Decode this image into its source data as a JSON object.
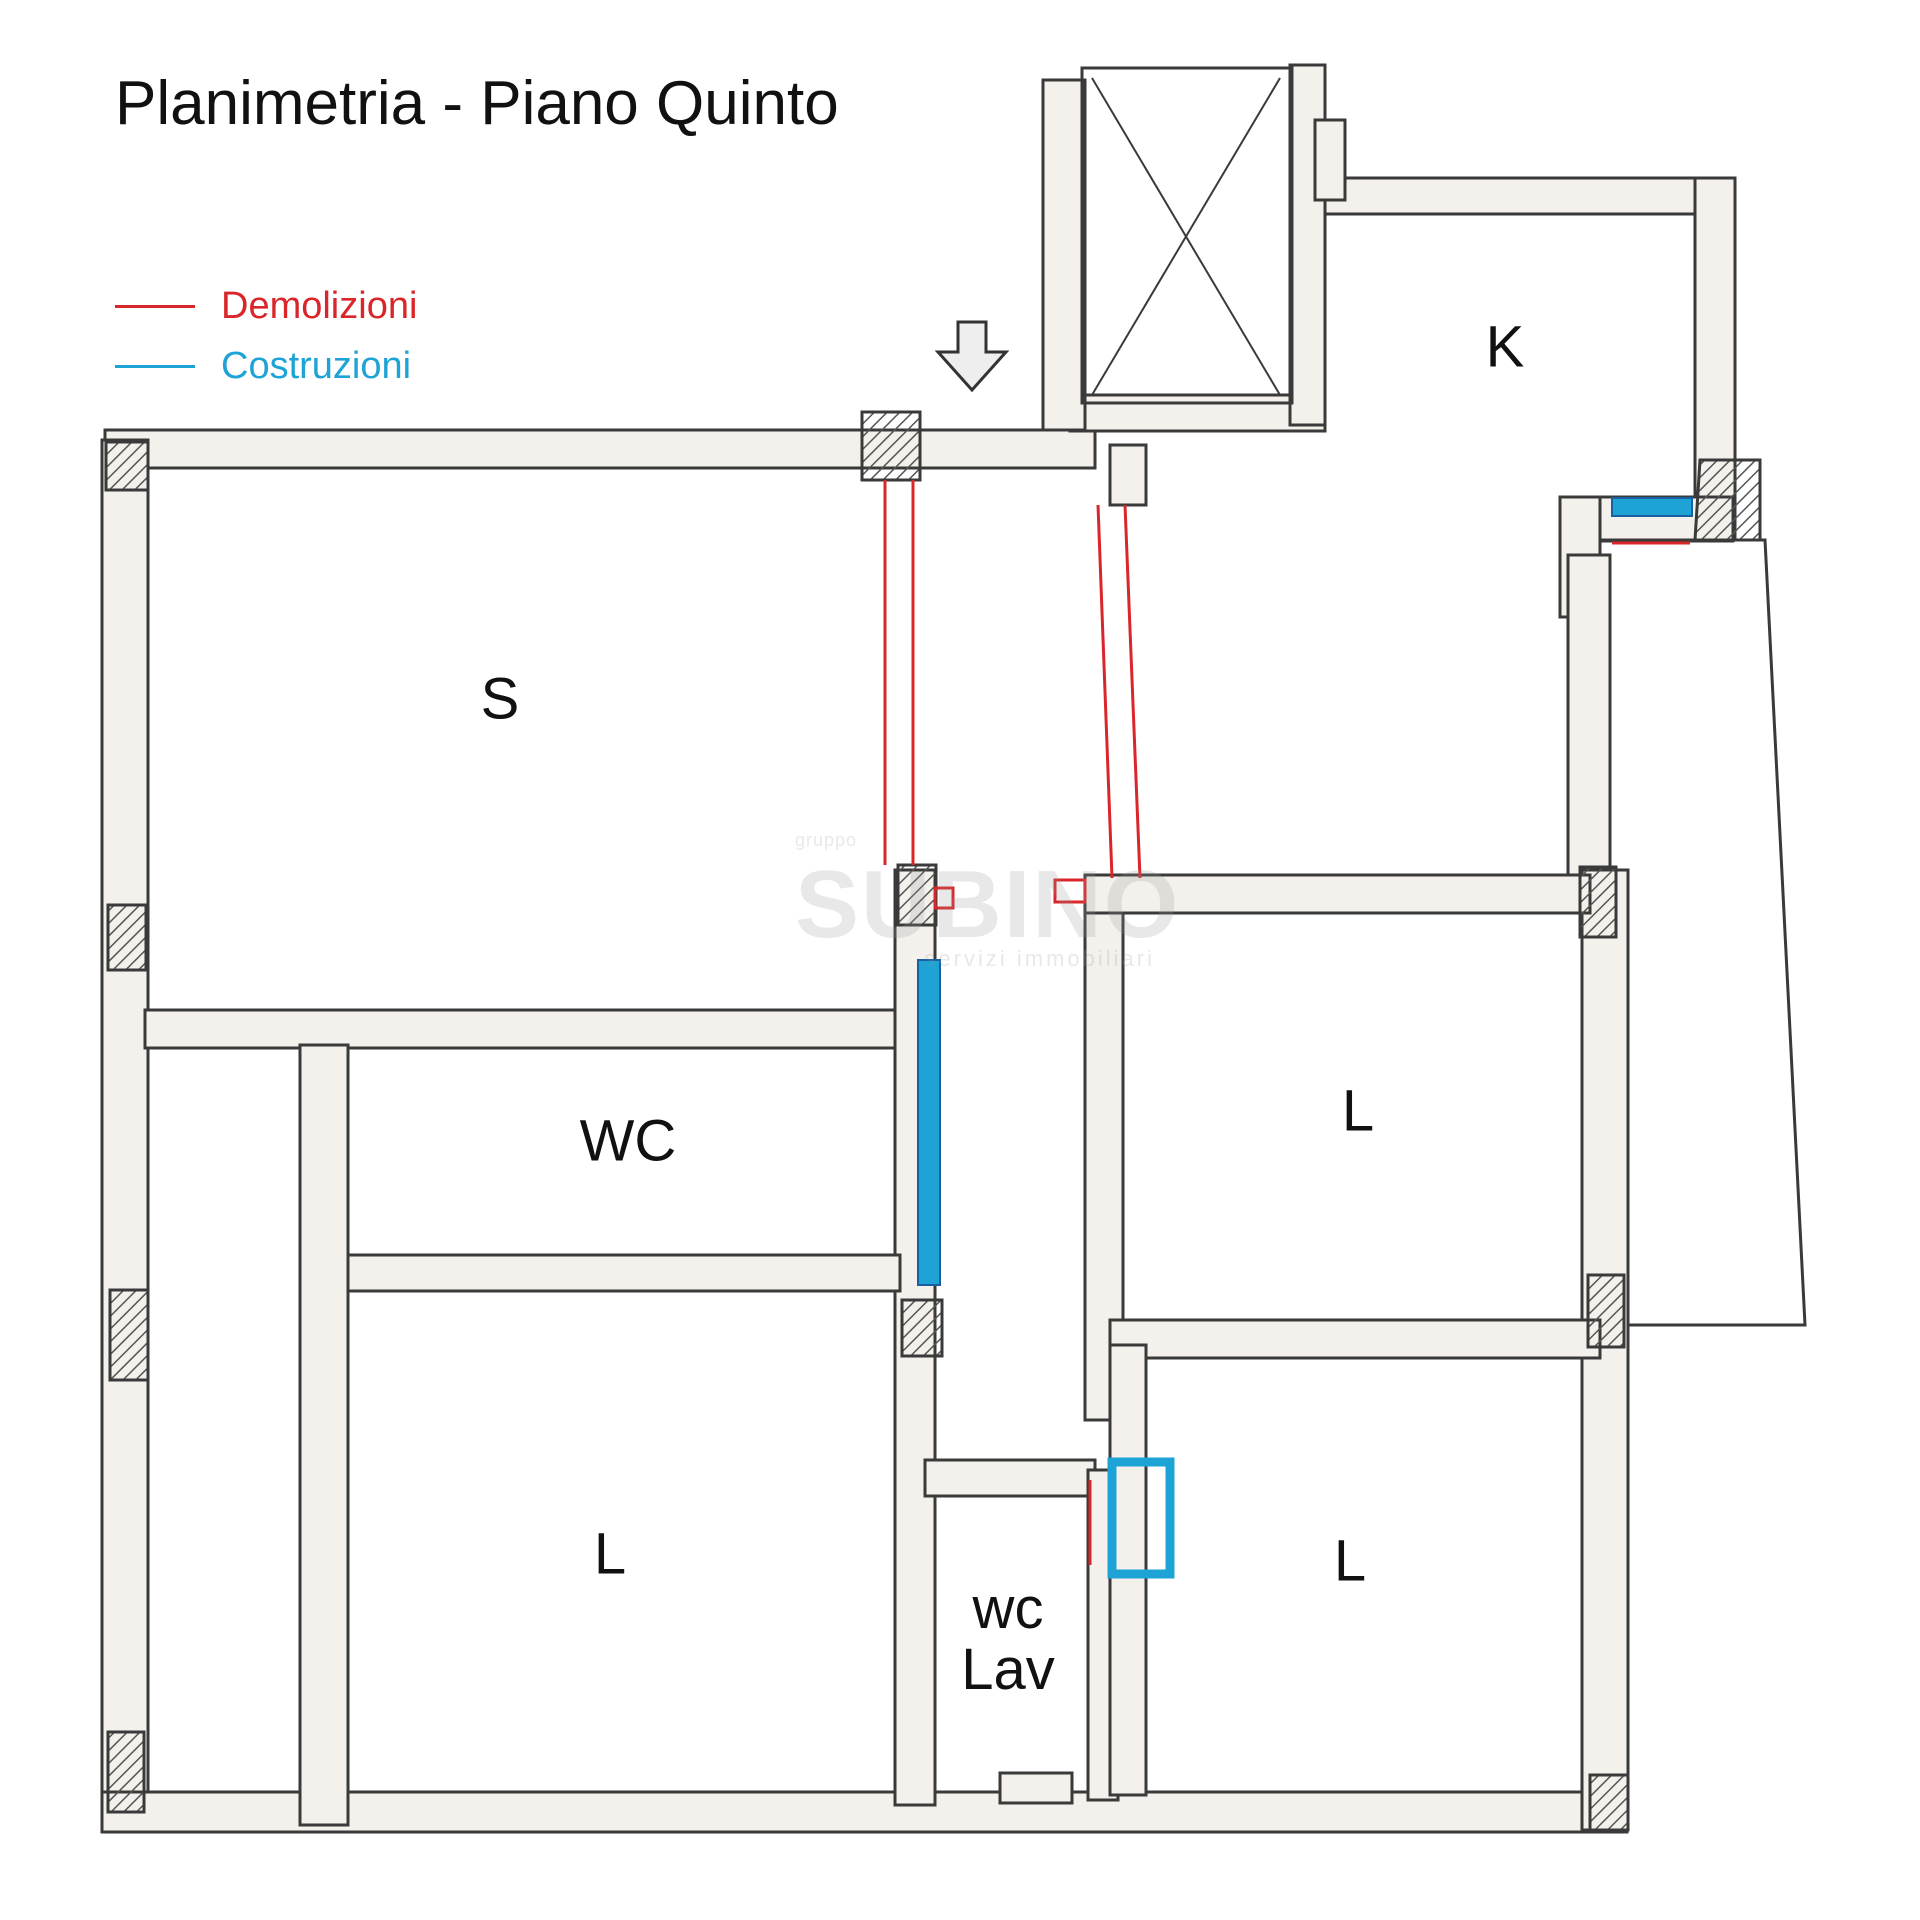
{
  "title": "Planimetria - Piano Quinto",
  "legend": [
    {
      "label": "Demolizioni",
      "color": "#d9262b"
    },
    {
      "label": "Costruzioni",
      "color": "#1ea3d6"
    }
  ],
  "rooms": {
    "living": "S",
    "kitchen": "K",
    "bathroom_main": "WC",
    "bedroom_left": "L",
    "bedroom_right_top": "L",
    "bedroom_right_bottom": "L",
    "bath_small_line1": "wc",
    "bath_small_line2": "Lav"
  },
  "watermark": {
    "top": "gruppo",
    "main": "SUBINO",
    "bottom": "servizi immobiliari"
  },
  "colors": {
    "wall": "#3a3a3a",
    "wall_fill": "#f4f1ec",
    "demolition": "#d9262b",
    "construction": "#1ea3d6"
  }
}
